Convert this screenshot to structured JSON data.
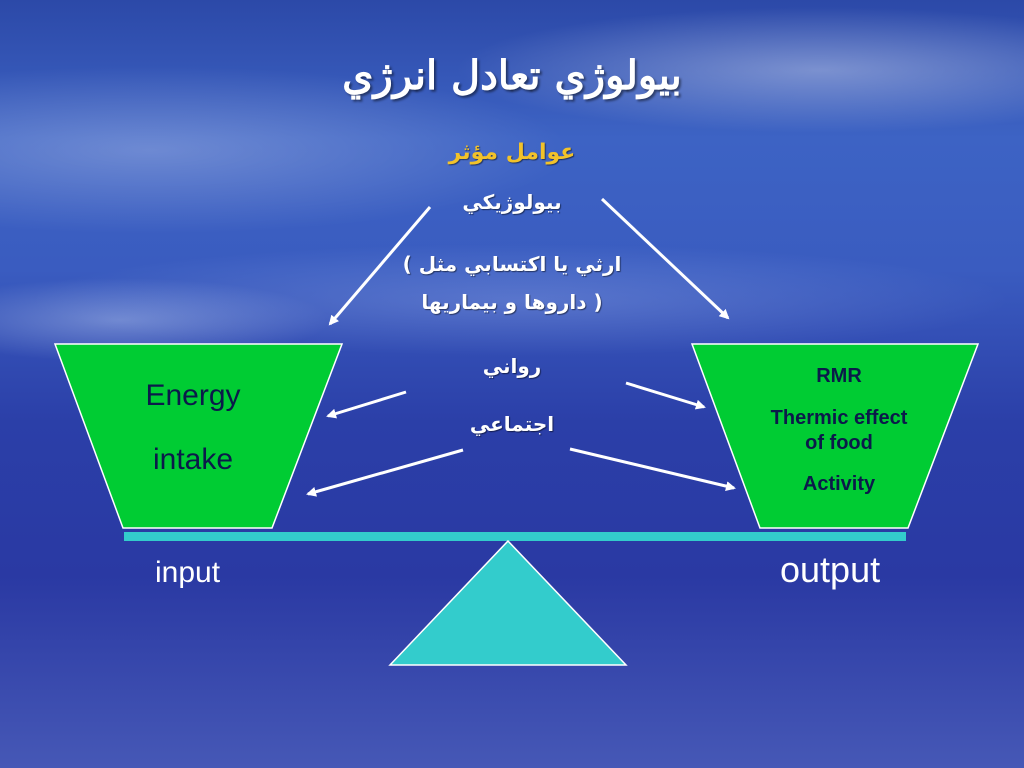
{
  "title": "بيولوژي تعادل انرژي",
  "factors_heading": "عوامل مؤثر",
  "factors": {
    "biological": "بيولوژيکي",
    "genetic_line1": "ارثي يا اکتسابي مثل )",
    "genetic_line2": "( داروها و بيماريها",
    "psychological": "رواني",
    "social": "اجتماعي"
  },
  "left_bucket": {
    "line1": "Energy",
    "line2": "intake"
  },
  "right_bucket": {
    "rmr": "RMR",
    "tef_line1": "Thermic effect",
    "tef_line2": "of food",
    "activity": "Activity"
  },
  "input_label": "input",
  "output_label": "output",
  "colors": {
    "bucket_green": "#00cc33",
    "beam_teal": "#33cccc",
    "fulcrum_teal": "#33cccc",
    "title_white": "#ffffff",
    "heading_gold": "#f2c22a"
  }
}
